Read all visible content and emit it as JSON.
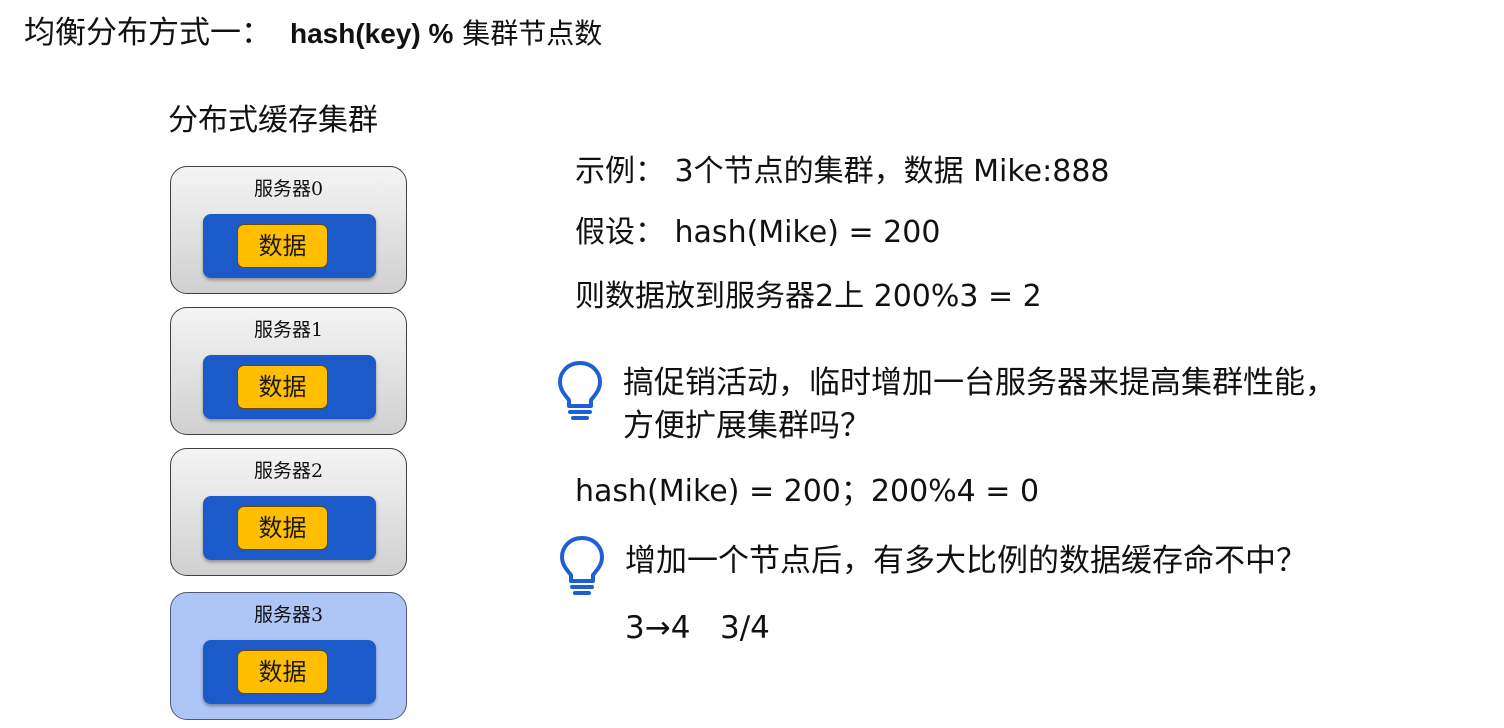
{
  "title": {
    "prefix": "均衡分布方式一：",
    "formula": "hash(key) %",
    "formula_suffix": " 集群节点数"
  },
  "cluster": {
    "title": "分布式缓存集群",
    "servers": [
      {
        "label": "服务器0",
        "data_label": "数据",
        "highlighted": false
      },
      {
        "label": "服务器1",
        "data_label": "数据",
        "highlighted": false
      },
      {
        "label": "服务器2",
        "data_label": "数据",
        "highlighted": false
      },
      {
        "label": "服务器3",
        "data_label": "数据",
        "highlighted": true
      }
    ]
  },
  "example": {
    "line1": "示例： 3个节点的集群，数据 Mike:888",
    "line2": "假设： hash(Mike) = 200",
    "line3": "则数据放到服务器2上   200%3 = 2"
  },
  "question1": {
    "icon": "lightbulb-icon",
    "line1": "搞促销活动，临时增加一台服务器来提高集群性能，",
    "line2": "方便扩展集群吗？"
  },
  "calc": "hash(Mike) = 200；200%4 = 0",
  "question2": {
    "icon": "lightbulb-icon",
    "text": "增加一个节点后，有多大比例的数据缓存命不中？"
  },
  "answer": "3→4   3/4",
  "colors": {
    "server_inner": "#1d5ac9",
    "data_chip": "#ffbe00",
    "highlight_server": "#aec6f6",
    "bulb": "#1f5fd6"
  }
}
